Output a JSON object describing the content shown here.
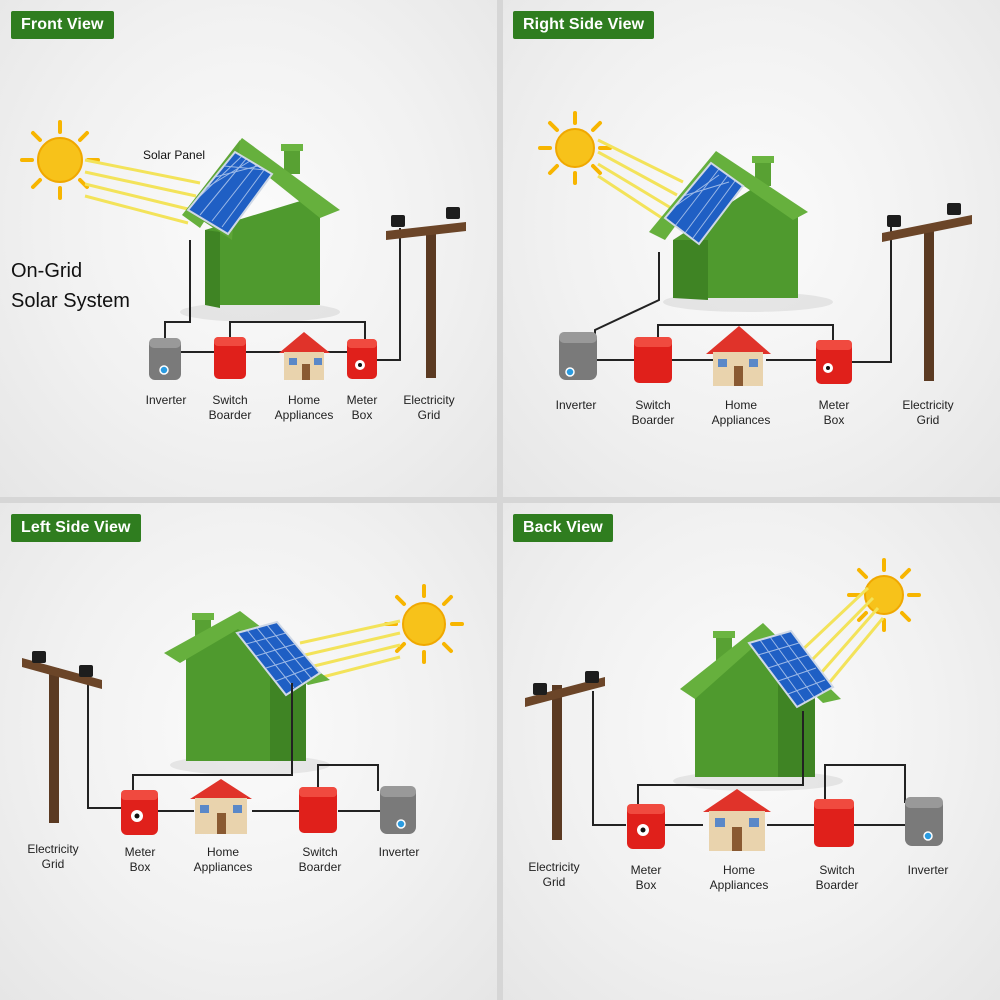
{
  "views": [
    {
      "title": "Front View",
      "diagram_title": "On-Grid\nSolar System",
      "solar_panel_label": "Solar Panel",
      "components": [
        {
          "name": "inverter",
          "label": "Inverter"
        },
        {
          "name": "switch-boarder",
          "label": "Switch\nBoarder"
        },
        {
          "name": "home-appliances",
          "label": "Home\nAppliances"
        },
        {
          "name": "meter-box",
          "label": "Meter\nBox"
        },
        {
          "name": "electricity-grid",
          "label": "Electricity\nGrid"
        }
      ]
    },
    {
      "title": "Right Side View",
      "components": [
        {
          "name": "inverter",
          "label": "Inverter"
        },
        {
          "name": "switch-boarder",
          "label": "Switch\nBoarder"
        },
        {
          "name": "home-appliances",
          "label": "Home\nAppliances"
        },
        {
          "name": "meter-box",
          "label": "Meter\nBox"
        },
        {
          "name": "electricity-grid",
          "label": "Electricity\nGrid"
        }
      ]
    },
    {
      "title": "Left Side View",
      "components": [
        {
          "name": "electricity-grid",
          "label": "Electricity\nGrid"
        },
        {
          "name": "meter-box",
          "label": "Meter\nBox"
        },
        {
          "name": "home-appliances",
          "label": "Home\nAppliances"
        },
        {
          "name": "switch-boarder",
          "label": "Switch\nBoarder"
        },
        {
          "name": "inverter",
          "label": "Inverter"
        }
      ]
    },
    {
      "title": "Back View",
      "components": [
        {
          "name": "electricity-grid",
          "label": "Electricity\nGrid"
        },
        {
          "name": "meter-box",
          "label": "Meter\nBox"
        },
        {
          "name": "home-appliances",
          "label": "Home\nAppliances"
        },
        {
          "name": "switch-boarder",
          "label": "Switch\nBoarder"
        },
        {
          "name": "inverter",
          "label": "Inverter"
        }
      ]
    }
  ],
  "colors": {
    "badge_green": "#2f7d1f",
    "house_green": "#4f9a2e",
    "roof_green": "#63ad3a",
    "solar_blue": "#1f5fc4",
    "component_red": "#e0201b",
    "inverter_gray": "#7a7a7a",
    "pole_brown": "#5b3a22",
    "sun_yellow": "#f7c21a"
  },
  "icons": [
    "sun-icon",
    "house-icon",
    "solar-panel-icon",
    "inverter-icon",
    "switch-boarder-icon",
    "home-appliances-icon",
    "meter-box-icon",
    "utility-pole-icon"
  ]
}
